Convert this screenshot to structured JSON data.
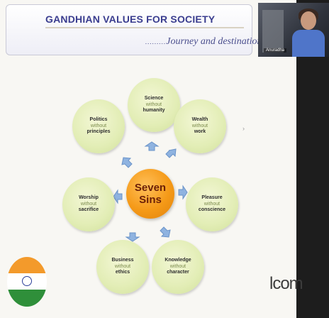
{
  "slide": {
    "title": "GANDHIAN VALUES FOR SOCIETY",
    "subtitle_dots": ".........",
    "subtitle": "Journey and destination"
  },
  "diagram": {
    "center": {
      "line1": "Seven",
      "line2": "Sins"
    },
    "connector": "without",
    "sins": [
      {
        "a": "Science",
        "b": "humanity"
      },
      {
        "a": "Wealth",
        "b": "work"
      },
      {
        "a": "Pleasure",
        "b": "conscience"
      },
      {
        "a": "Knowledge",
        "b": "character"
      },
      {
        "a": "Business",
        "b": "ethics"
      },
      {
        "a": "Worship",
        "b": "sacrifice"
      },
      {
        "a": "Politics",
        "b": "principles"
      }
    ]
  },
  "video": {
    "participant_label": "Anuradha"
  },
  "background_text": "lcom",
  "colors": {
    "title": "#3a3d8f",
    "petal": "#e2edb5",
    "center": "#f59a18",
    "arrow": "#8fb3e0",
    "flag_saffron": "#f39a2b",
    "flag_green": "#2f8f3a"
  }
}
